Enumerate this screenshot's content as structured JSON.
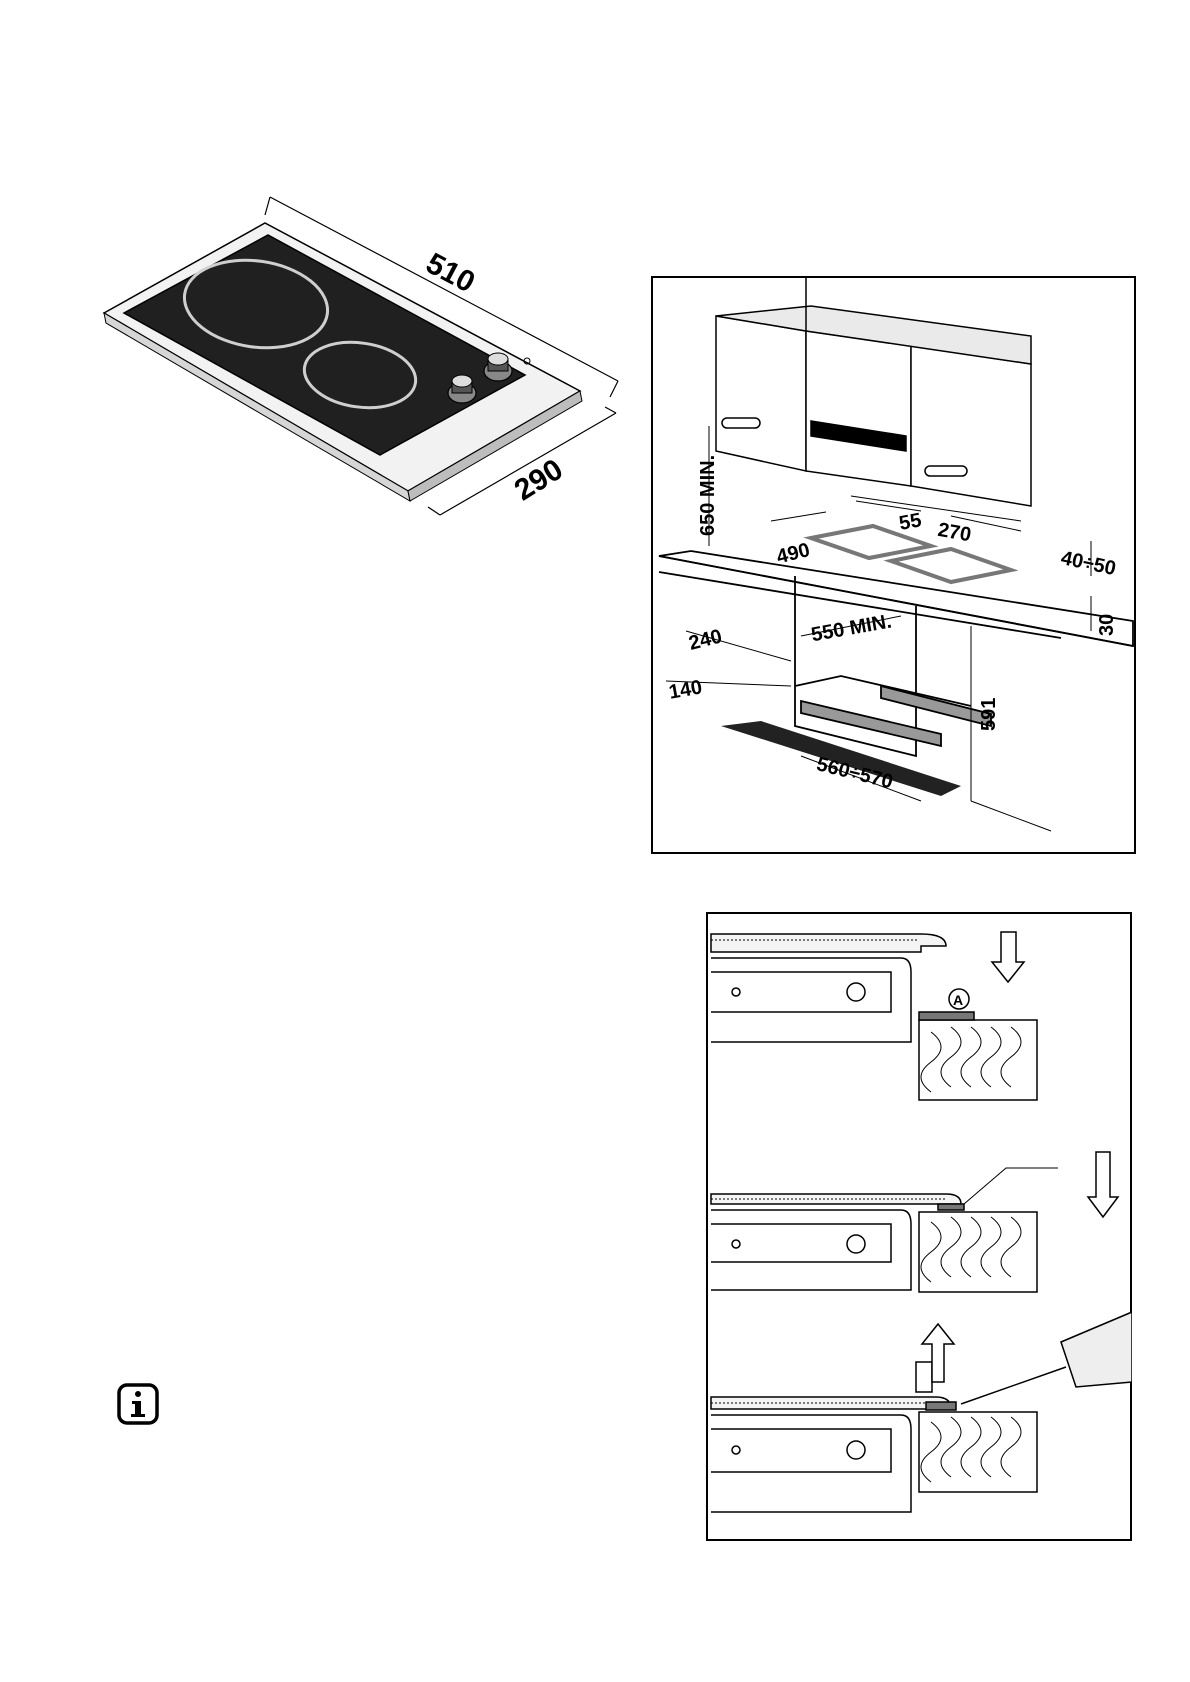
{
  "figure1": {
    "dim_width": "510",
    "dim_depth": "290"
  },
  "figure2": {
    "dim_650": "650 MIN.",
    "dim_490": "490",
    "dim_55": "55",
    "dim_270": "270",
    "dim_40_50": "40÷50",
    "dim_30": "30",
    "dim_550": "550 MIN.",
    "dim_240": "240",
    "dim_140": "140",
    "dim_591": "591",
    "dim_560_570": "560÷570"
  },
  "figure3": {
    "label_a": "A"
  },
  "info_icon": "info-icon"
}
